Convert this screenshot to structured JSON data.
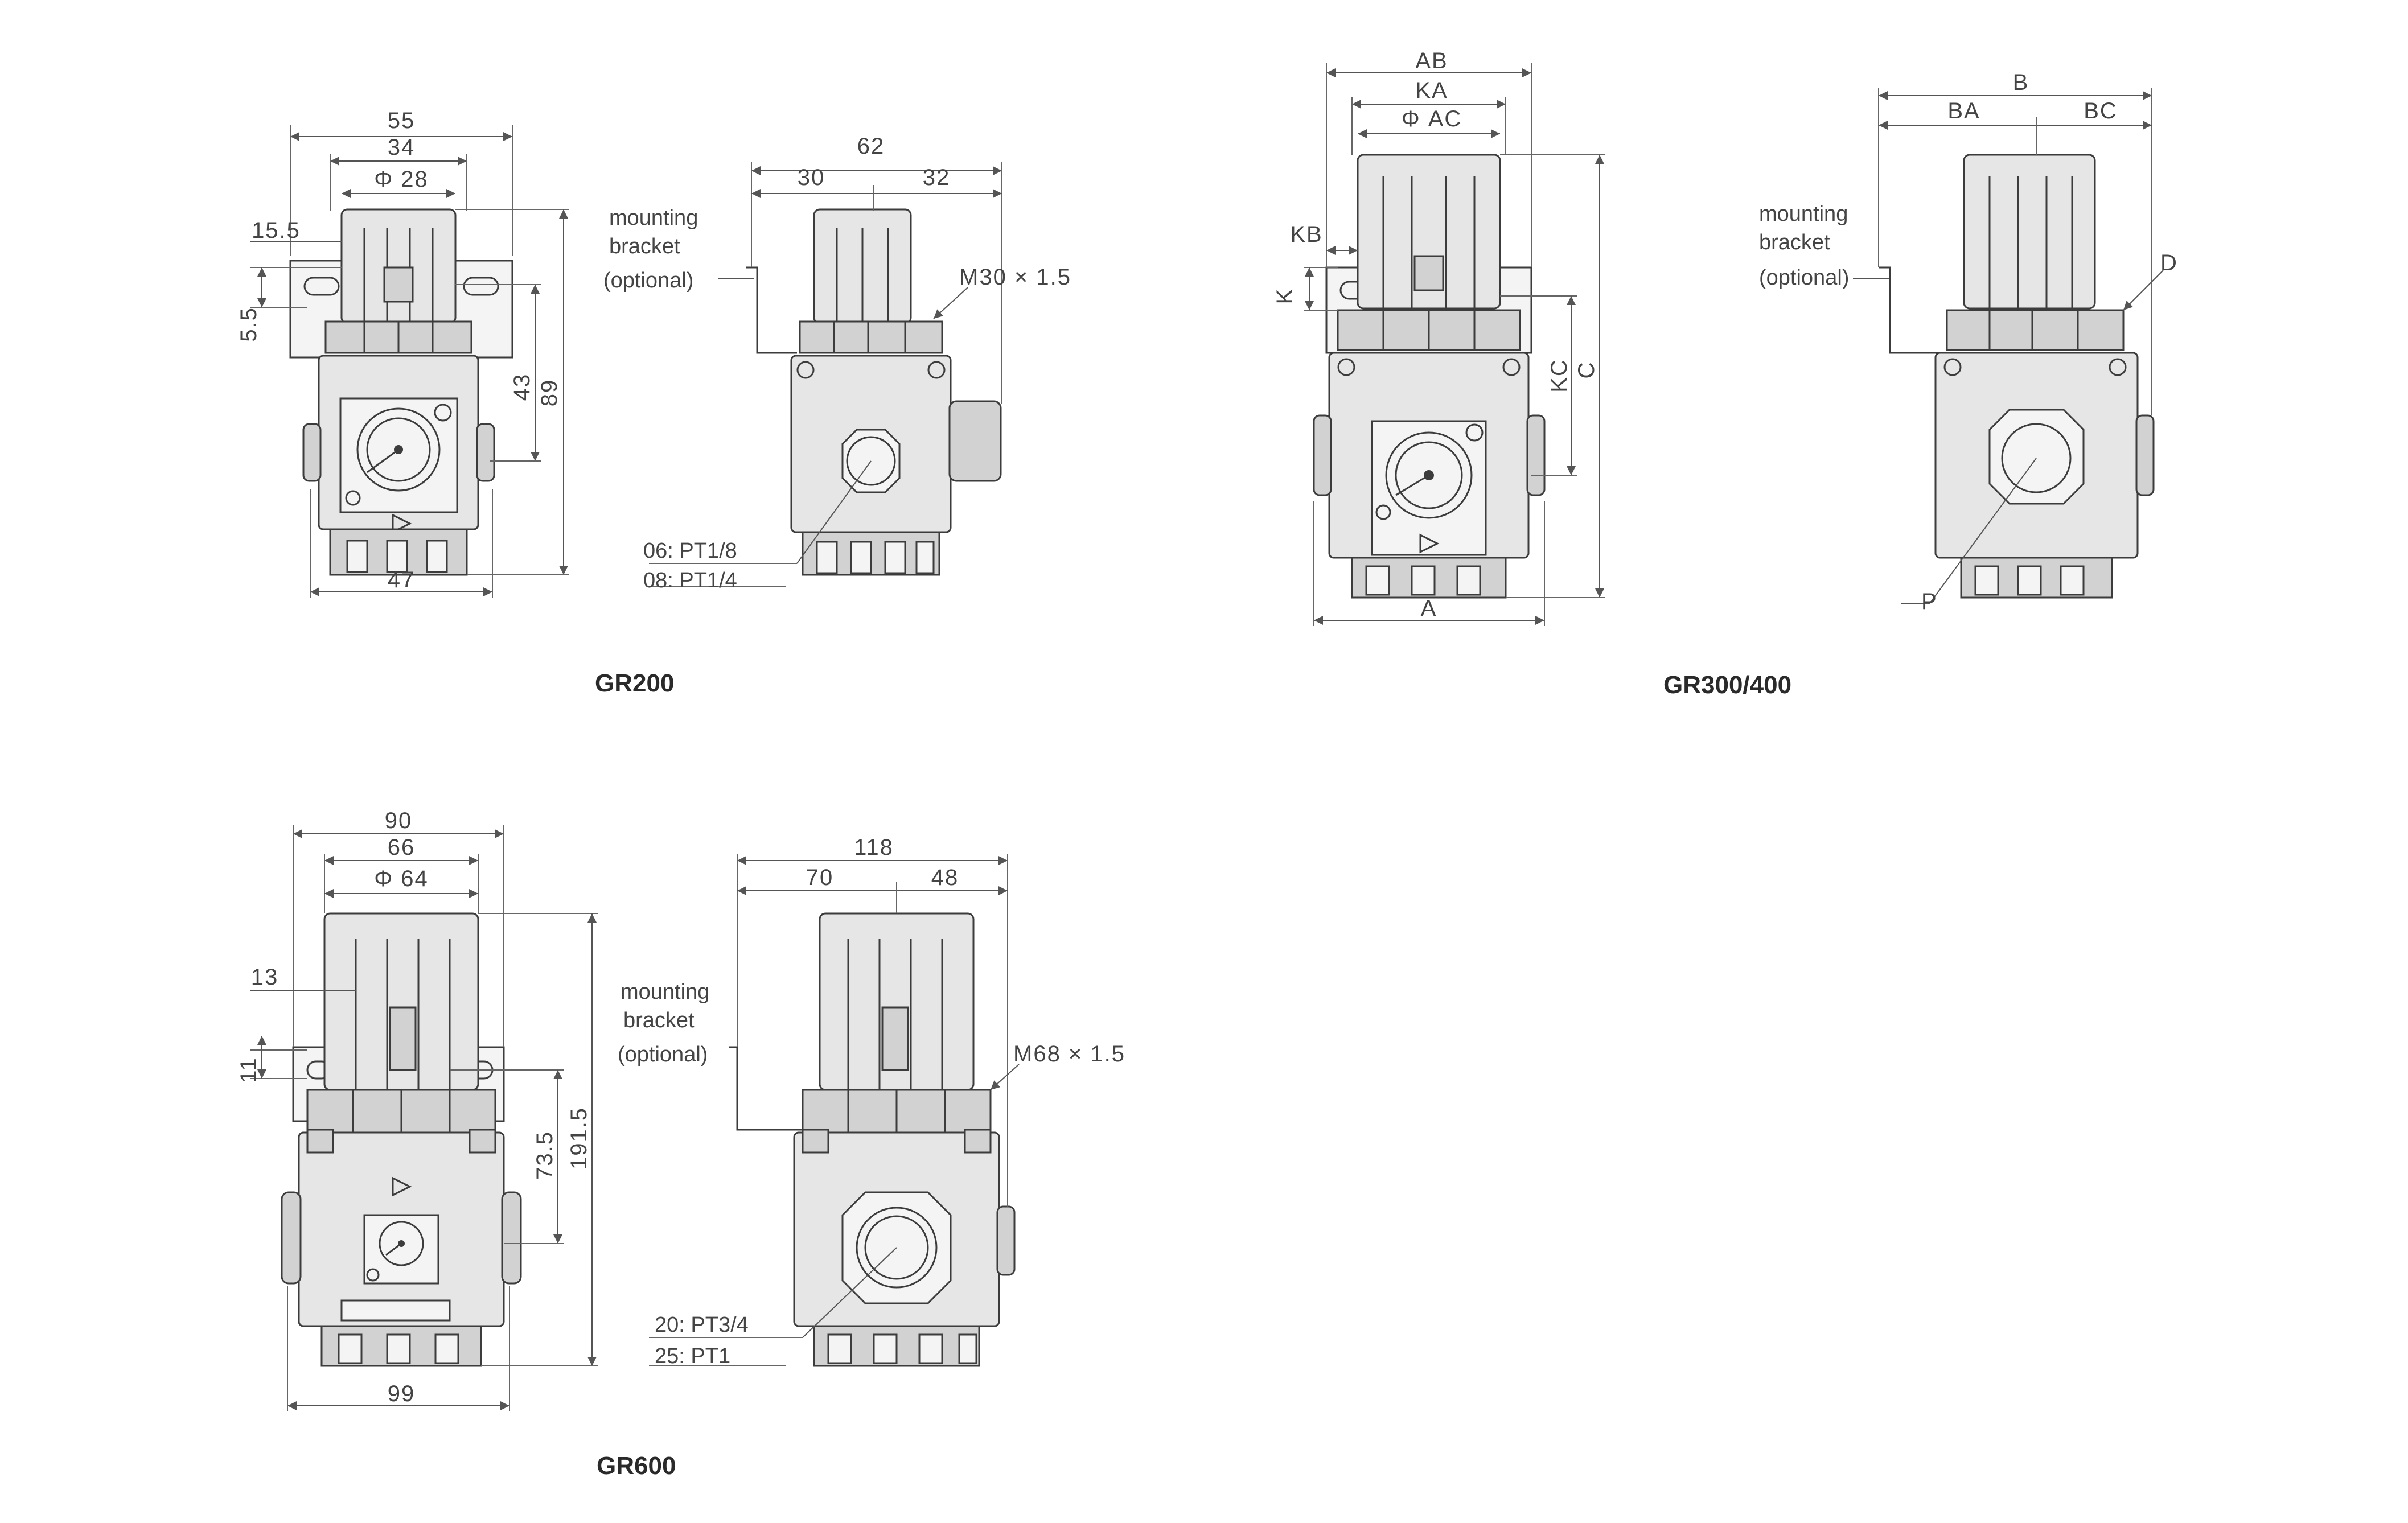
{
  "gr200": {
    "caption": "GR200",
    "front": {
      "d55": "55",
      "d34": "34",
      "phi": "Φ 28",
      "d15_5": "15.5",
      "d5_5": "5.5",
      "d43": "43",
      "d89": "89",
      "d47": "47"
    },
    "side": {
      "d62": "62",
      "d30": "30",
      "d32": "32",
      "thread": "M30 × 1.5",
      "note_line1": "mounting",
      "note_line2": "bracket",
      "note_line3": "(optional)",
      "port1": "06: PT1/8",
      "port2": "08: PT1/4"
    }
  },
  "gr300": {
    "caption": "GR300/400",
    "front": {
      "ab": "AB",
      "ka": "KA",
      "phi": "Φ AC",
      "kb": "KB",
      "k": "K",
      "kc": "KC",
      "c": "C",
      "a": "A"
    },
    "side": {
      "b": "B",
      "ba": "BA",
      "bc": "BC",
      "d": "D",
      "p": "P",
      "note_line1": "mounting",
      "note_line2": "bracket",
      "note_line3": "(optional)"
    }
  },
  "gr600": {
    "caption": "GR600",
    "front": {
      "d90": "90",
      "d66": "66",
      "phi": "Φ 64",
      "d13": "13",
      "d11": "11",
      "d73_5": "73.5",
      "d191_5": "191.5",
      "d99": "99"
    },
    "side": {
      "d118": "118",
      "d70": "70",
      "d48": "48",
      "thread": "M68 × 1.5",
      "note_line1": "mounting",
      "note_line2": "bracket",
      "note_line3": "(optional)",
      "port1": "20: PT3/4",
      "port2": "25: PT1"
    }
  }
}
